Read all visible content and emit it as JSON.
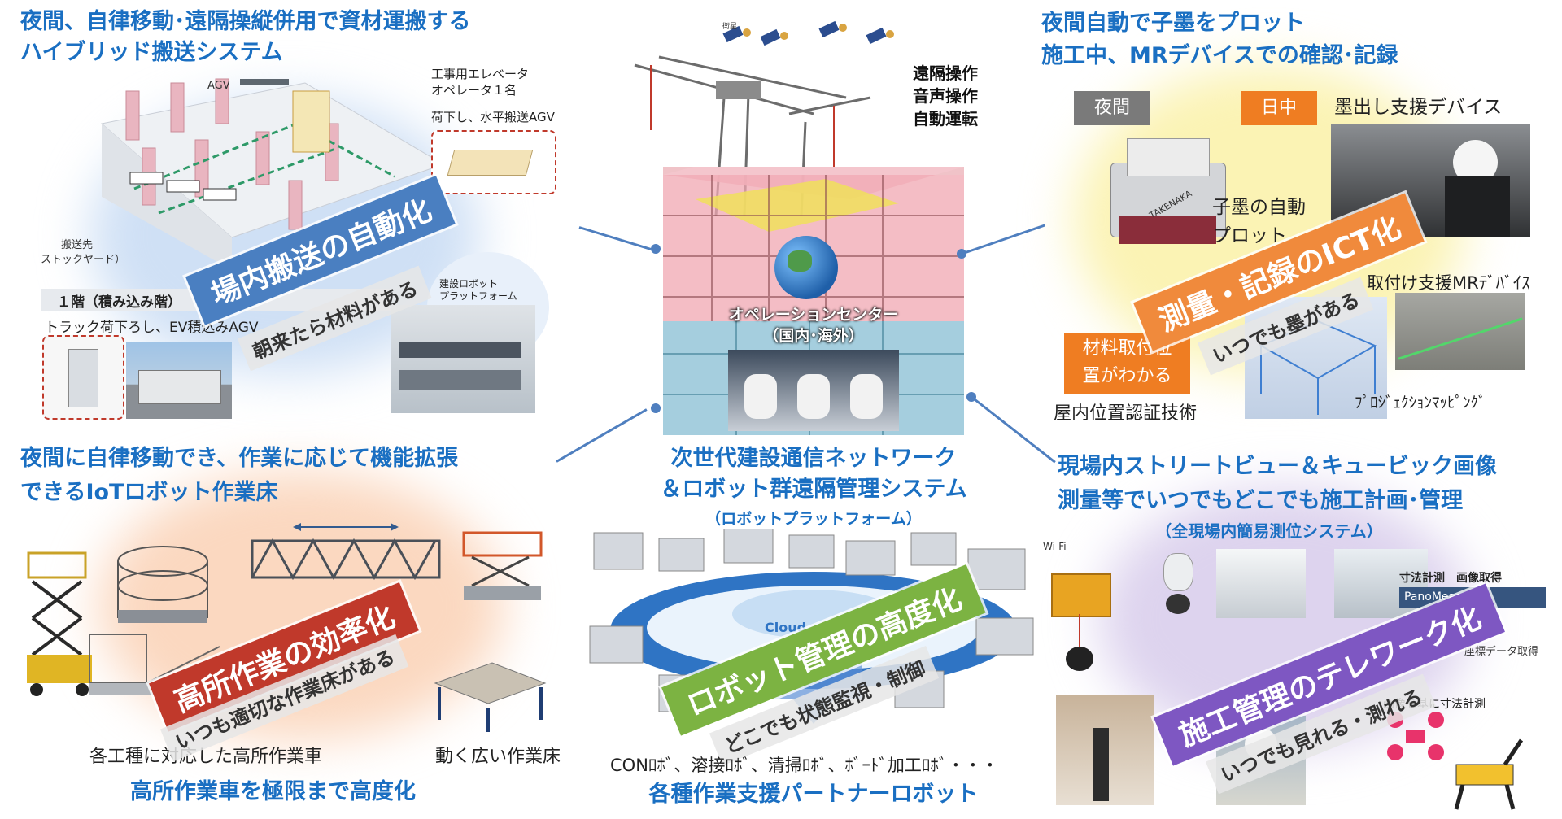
{
  "top_left": {
    "heading_l1": "夜間、自律移動･遠隔操縦併用で資材運搬する",
    "heading_l2": "ハイブリッド搬送システム",
    "agv_label": "AGV",
    "elevator_label_l1": "工事用エレベータ",
    "elevator_label_l2": "オペレータ１名",
    "unload_label": "荷下し、水平搬送AGV",
    "stock_label_l1": "搬送先",
    "stock_label_l2": "ストックヤード）",
    "floor_label": "１階（積み込み階）",
    "truck_label": "トラック荷下ろし、EV積込みAGV",
    "platform_label_l1": "建設ロボット",
    "platform_label_l2": "プラットフォーム",
    "banner": "場内搬送の自動化",
    "subtitle": "朝来たら材料がある"
  },
  "top_right": {
    "heading_l1": "夜間自動で子墨をプロット",
    "heading_l2": "施工中、MRデバイスでの確認･記録",
    "night_tag": "夜間",
    "day_tag": "日中",
    "marking_device": "墨出し支援デバイス",
    "plot_label_l1": "子墨の自動",
    "plot_label_l2": "プロット",
    "robot_brand": "TAKENAKA",
    "mr_device": "取付け支援MRﾃﾞﾊﾞｲｽ",
    "material_tag_l1": "材料取付位",
    "material_tag_l2": "置がわかる",
    "indoor_positioning": "屋内位置認証技術",
    "projection": "ﾌﾟﾛｼﾞｪｸｼｮﾝﾏｯﾋﾟﾝｸﾞ",
    "banner": "測量・記録のICT化",
    "subtitle": "いつでも墨がある"
  },
  "center": {
    "satellite_label": "衛星",
    "ops_l1": "遠隔操作",
    "ops_l2": "音声操作",
    "ops_l3": "自動運転",
    "ops_center_l1": "オペレーションセンター",
    "ops_center_l2": "（国内･海外）",
    "network_l1": "次世代建設通信ネットワーク",
    "network_l2": "＆ロボット群遠隔管理システム",
    "network_sub": "（ロボットプラットフォーム）"
  },
  "bottom_left": {
    "heading_l1": "夜間に自律移動でき、作業に応じて機能拡張",
    "heading_l2": "できるIoTロボット作業床",
    "banner": "高所作業の効率化",
    "subtitle": "いつも適切な作業床がある",
    "caption_vehicle": "各工種に対応した高所作業車",
    "caption_floor": "動く広い作業床",
    "footer": "高所作業車を極限まで高度化"
  },
  "bottom_center": {
    "banner": "ロボット管理の高度化",
    "subtitle": "どこでも状態監視・制御",
    "cloud_label": "Cloud",
    "robots_list": "CONﾛﾎﾞ、溶接ﾛﾎﾞ、清掃ﾛﾎﾞ、ﾎﾞｰﾄﾞ加工ﾛﾎﾞ・・・",
    "footer": "各種作業支援パートナーロボット"
  },
  "bottom_right": {
    "heading_l1": "現場内ストリートビュー＆キュービック画像",
    "heading_l2": "測量等でいつでもどこでも施工計画･管理",
    "heading_sub": "（全現場内簡易測位システム）",
    "wifi_label": "Wi-Fi",
    "measure_label": "寸法計測",
    "image_label": "画像取得",
    "software": "PanoMeasure2",
    "coord_label": "座標データ取得",
    "calc_label": "画像を基に寸法計測",
    "banner": "施工管理のテレワーク化",
    "subtitle": "いつでも見れる・測れる"
  },
  "colors": {
    "heading_blue": "#1a6fc2",
    "banner_blue": "#4a7fc1",
    "banner_orange": "#f08a3c",
    "banner_red": "#c0392b",
    "banner_green": "#7cb342",
    "banner_purple": "#7e57c2",
    "tag_gray": "#7a7a7a",
    "tag_orange": "#ef7d22"
  }
}
